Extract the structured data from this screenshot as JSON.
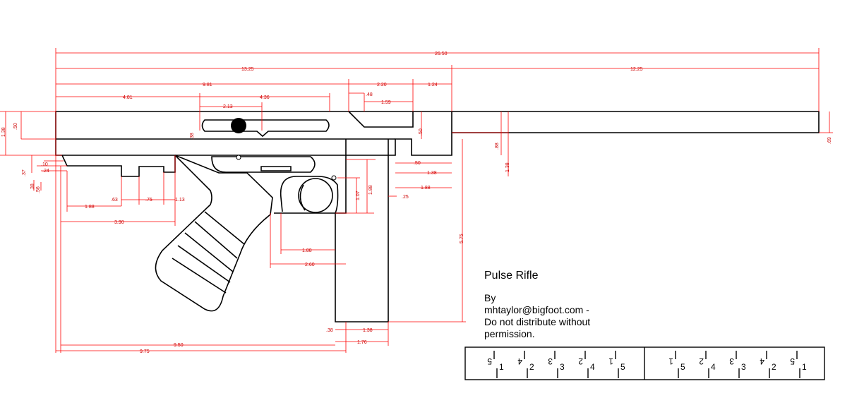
{
  "title": "Pulse Rifle",
  "credit": {
    "by": "By",
    "email": "mhtaylor@bigfoot.com -",
    "line1": "Do not distribute without",
    "line2": "permission."
  },
  "colors": {
    "dimension": "#ff0000",
    "outline": "#000000"
  },
  "dimensions": {
    "overall": "26.50",
    "receiver": "13.25",
    "barrel": "12.25",
    "upper_left": "9.81",
    "top_right": "2.20",
    "top_far_right": "1.24",
    "rear_section": "4.81",
    "slot": "4.36",
    "bolt": "2.13",
    "small_top": ".48",
    "notch": "1.59",
    "height_left": "1.38",
    "height_left_inner": ".50",
    "front_height": ".50",
    "barrel_height": ".69",
    "mid_height": ".88",
    "lower_right": "1.38",
    "h10": ".10",
    "h24": ".24",
    "h37": ".37",
    "h38": ".38",
    "h56": ".56",
    "a": "1.88",
    "b": ".63",
    "c": ".75",
    "d": "1.13",
    "e": "3.90",
    "trig_h": "1.07",
    "trig_h2": "1.88",
    "front_25": ".25",
    "front_50": ".50",
    "front_138": "1.38",
    "front_188": "1.88",
    "mag_height": "5.75",
    "grip_188": "1.88",
    "grip_260": "2.60",
    "mag_38": ".38",
    "mag_138": "1.38",
    "mag_176": "1.76",
    "bottom_950": "9.50",
    "bottom_975": "9.75"
  },
  "ruler": {
    "left": [
      "5",
      "4",
      "3",
      "2",
      "1"
    ],
    "right": [
      "1",
      "2",
      "3",
      "4",
      "5"
    ]
  }
}
